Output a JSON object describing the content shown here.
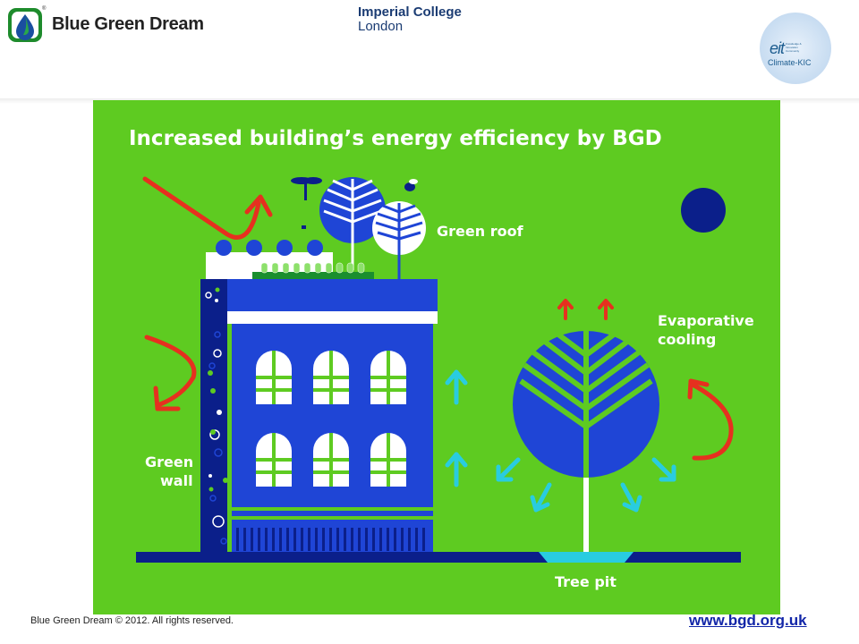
{
  "header": {
    "brand": "Blue Green Dream",
    "registered_mark": "®",
    "partner_line1": "Imperial College",
    "partner_line2": "London",
    "eit_mark": "eit",
    "eit_small": "Knowledge & Innovation Community",
    "eit_sub": "Climate-KIC"
  },
  "diagram": {
    "title": "Increased building’s energy efficiency by BGD",
    "labels": {
      "green_roof": "Green roof",
      "evaporative_line1": "Evaporative",
      "evaporative_line2": "cooling",
      "green_wall_line1": "Green",
      "green_wall_line2": "wall",
      "tree_pit": "Tree pit"
    },
    "colors": {
      "background": "#5ecb21",
      "building": "#1f45d6",
      "dark_blue": "#0b1f8a",
      "arrow_red": "#e6301f",
      "arrow_cyan": "#29cce0",
      "white": "#ffffff"
    }
  },
  "footer": {
    "copyright": "Blue Green Dream © 2012. All rights reserved.",
    "link": "www.bgd.org.uk"
  }
}
